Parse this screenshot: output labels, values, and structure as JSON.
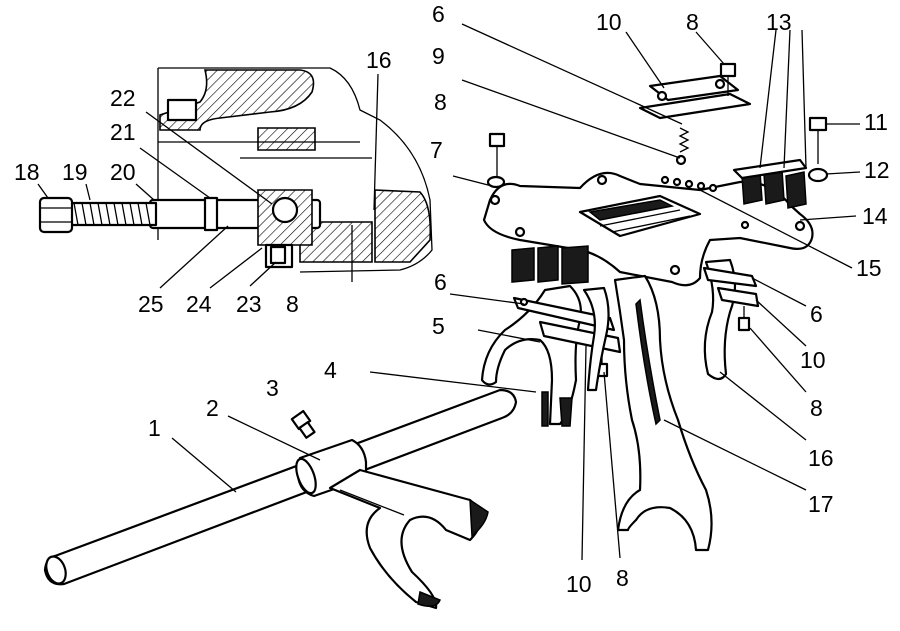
{
  "labels": {
    "l1": "1",
    "l2": "2",
    "l3": "3",
    "l4": "4",
    "l5": "5",
    "l6a": "6",
    "l6b": "6",
    "l6c": "6",
    "l7": "7",
    "l8a": "8",
    "l8b": "8",
    "l8c": "8",
    "l8d": "8",
    "l8e": "8",
    "l9": "9",
    "l10a": "10",
    "l10b": "10",
    "l10c": "10",
    "l11": "11",
    "l12": "12",
    "l13": "13",
    "l14": "14",
    "l15": "15",
    "l16a": "16",
    "l16b": "16",
    "l17": "17",
    "l18": "18",
    "l19": "19",
    "l20": "20",
    "l21": "21",
    "l22": "22",
    "l23": "23",
    "l24": "24",
    "l25": "25"
  }
}
